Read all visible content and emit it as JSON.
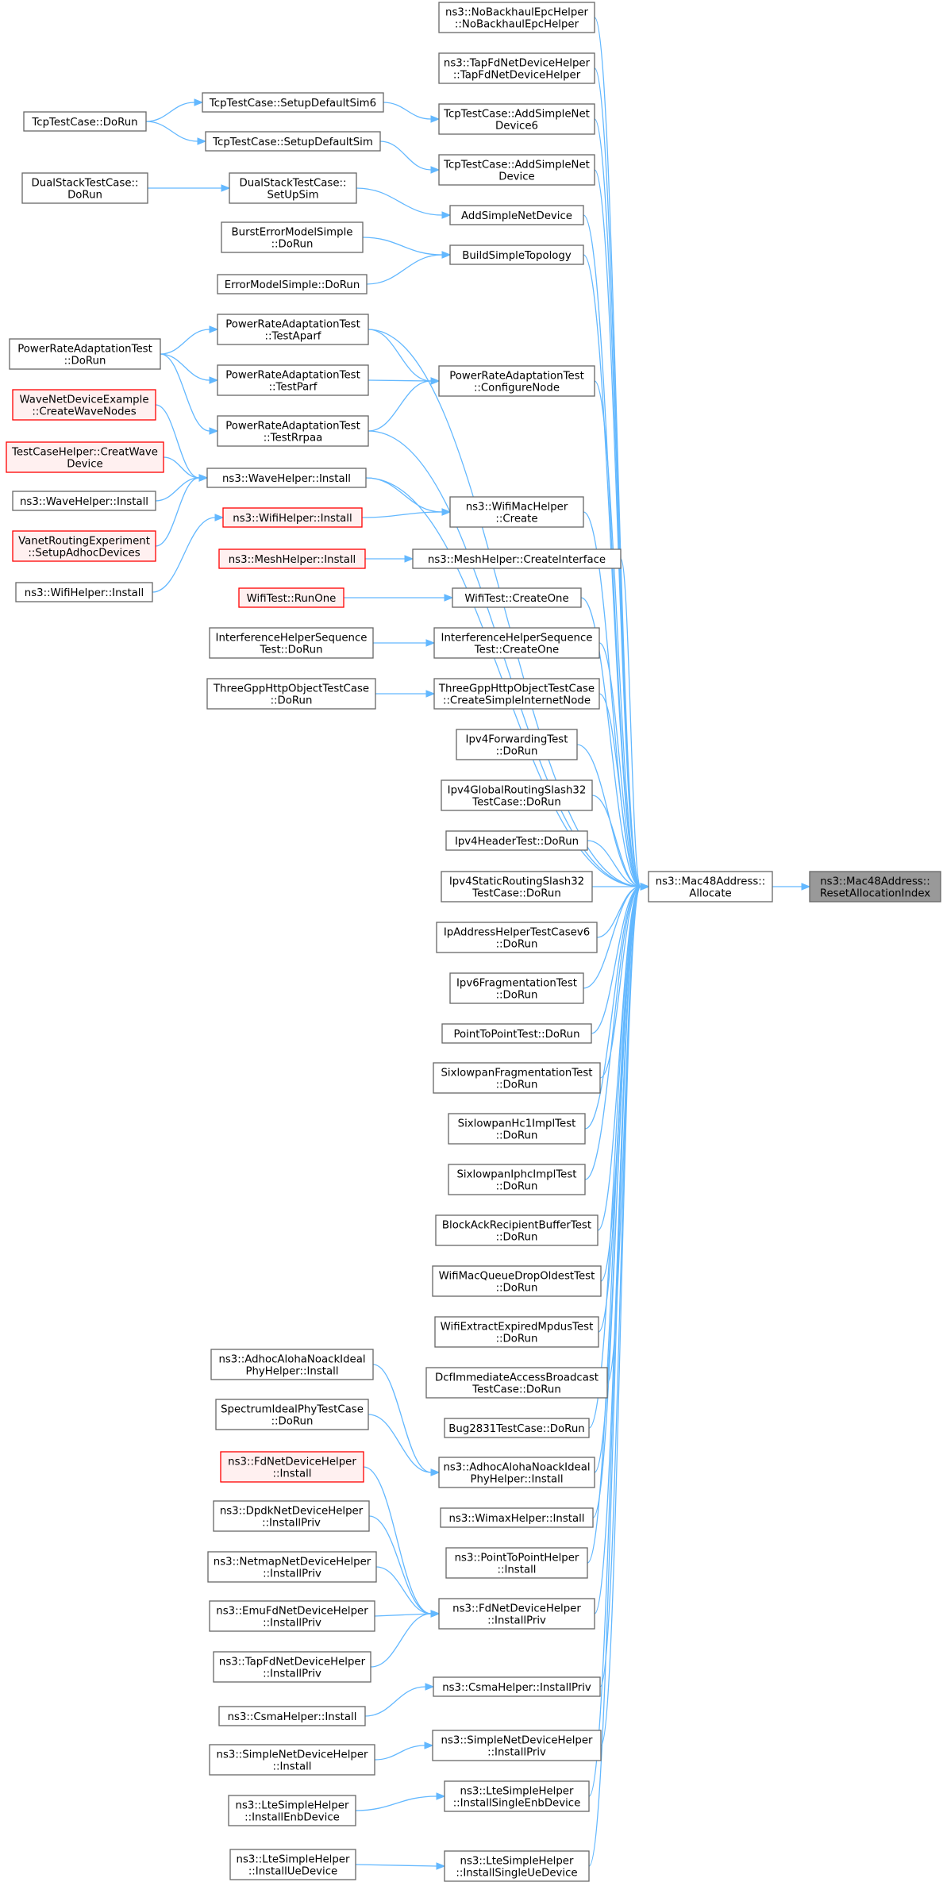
{
  "graph": {
    "title": "",
    "colors": {
      "edge": "#63b8ff",
      "node_border": "#666666",
      "highlight_border": "#ff0000",
      "highlight_fill": "#fff0f0",
      "root_fill": "#999999"
    },
    "nodes": [
      {
        "id": "root",
        "lines": [
          "ns3::Mac48Address::",
          "ResetAllocationIndex"
        ],
        "style": "root"
      },
      {
        "id": "alloc",
        "lines": [
          "ns3::Mac48Address::",
          "Allocate"
        ],
        "style": "normal"
      },
      {
        "id": "nobackhaul",
        "lines": [
          "ns3::NoBackhaulEpcHelper",
          "::NoBackhaulEpcHelper"
        ],
        "style": "normal"
      },
      {
        "id": "tapfdctor",
        "lines": [
          "ns3::TapFdNetDeviceHelper",
          "::TapFdNetDeviceHelper"
        ],
        "style": "normal"
      },
      {
        "id": "tcpadd6",
        "lines": [
          "TcpTestCase::AddSimpleNet",
          "Device6"
        ],
        "style": "normal"
      },
      {
        "id": "tcpadd",
        "lines": [
          "TcpTestCase::AddSimpleNet",
          "Device"
        ],
        "style": "normal"
      },
      {
        "id": "addsimple",
        "lines": [
          "AddSimpleNetDevice"
        ],
        "style": "normal"
      },
      {
        "id": "buildsimple",
        "lines": [
          "BuildSimpleTopology"
        ],
        "style": "normal"
      },
      {
        "id": "configurenode",
        "lines": [
          "PowerRateAdaptationTest",
          "::ConfigureNode"
        ],
        "style": "normal"
      },
      {
        "id": "wifimaccreate",
        "lines": [
          "ns3::WifiMacHelper",
          "::Create"
        ],
        "style": "normal"
      },
      {
        "id": "meshcreateif",
        "lines": [
          "ns3::MeshHelper::CreateInterface"
        ],
        "style": "normal"
      },
      {
        "id": "wifitestcreate",
        "lines": [
          "WifiTest::CreateOne"
        ],
        "style": "normal"
      },
      {
        "id": "ihscreate",
        "lines": [
          "InterferenceHelperSequence",
          "Test::CreateOne"
        ],
        "style": "normal"
      },
      {
        "id": "threegppcreate",
        "lines": [
          "ThreeGppHttpObjectTestCase",
          "::CreateSimpleInternetNode"
        ],
        "style": "normal"
      },
      {
        "id": "ipv4fwd",
        "lines": [
          "Ipv4ForwardingTest",
          "::DoRun"
        ],
        "style": "normal"
      },
      {
        "id": "ipv4glob",
        "lines": [
          "Ipv4GlobalRoutingSlash32",
          "TestCase::DoRun"
        ],
        "style": "normal"
      },
      {
        "id": "ipv4hdr",
        "lines": [
          "Ipv4HeaderTest::DoRun"
        ],
        "style": "normal"
      },
      {
        "id": "ipv4static",
        "lines": [
          "Ipv4StaticRoutingSlash32",
          "TestCase::DoRun"
        ],
        "style": "normal"
      },
      {
        "id": "ipaddrv6",
        "lines": [
          "IpAddressHelperTestCasev6",
          "::DoRun"
        ],
        "style": "normal"
      },
      {
        "id": "ipv6frag",
        "lines": [
          "Ipv6FragmentationTest",
          "::DoRun"
        ],
        "style": "normal"
      },
      {
        "id": "p2ptest",
        "lines": [
          "PointToPointTest::DoRun"
        ],
        "style": "normal"
      },
      {
        "id": "sixfrag",
        "lines": [
          "SixlowpanFragmentationTest",
          "::DoRun"
        ],
        "style": "normal"
      },
      {
        "id": "sixhc1",
        "lines": [
          "SixlowpanHc1ImplTest",
          "::DoRun"
        ],
        "style": "normal"
      },
      {
        "id": "sixiphc",
        "lines": [
          "SixlowpanIphcImplTest",
          "::DoRun"
        ],
        "style": "normal"
      },
      {
        "id": "blockack",
        "lines": [
          "BlockAckRecipientBufferTest",
          "::DoRun"
        ],
        "style": "normal"
      },
      {
        "id": "wifimacq",
        "lines": [
          "WifiMacQueueDropOldestTest",
          "::DoRun"
        ],
        "style": "normal"
      },
      {
        "id": "wifiextract",
        "lines": [
          "WifiExtractExpiredMpdusTest",
          "::DoRun"
        ],
        "style": "normal"
      },
      {
        "id": "dcfimm",
        "lines": [
          "DcfImmediateAccessBroadcast",
          "TestCase::DoRun"
        ],
        "style": "normal"
      },
      {
        "id": "bug2831",
        "lines": [
          "Bug2831TestCase::DoRun"
        ],
        "style": "normal"
      },
      {
        "id": "adhocmid",
        "lines": [
          "ns3::AdhocAlohaNoackIdeal",
          "PhyHelper::Install"
        ],
        "style": "normal"
      },
      {
        "id": "wimax",
        "lines": [
          "ns3::WimaxHelper::Install"
        ],
        "style": "normal"
      },
      {
        "id": "p2phelper",
        "lines": [
          "ns3::PointToPointHelper",
          "::Install"
        ],
        "style": "normal"
      },
      {
        "id": "fdinstallpriv",
        "lines": [
          "ns3::FdNetDeviceHelper",
          "::InstallPriv"
        ],
        "style": "normal"
      },
      {
        "id": "csmapriv",
        "lines": [
          "ns3::CsmaHelper::InstallPriv"
        ],
        "style": "normal"
      },
      {
        "id": "simplepriv",
        "lines": [
          "ns3::SimpleNetDeviceHelper",
          "::InstallPriv"
        ],
        "style": "normal"
      },
      {
        "id": "lteenb",
        "lines": [
          "ns3::LteSimpleHelper",
          "::InstallSingleEnbDevice"
        ],
        "style": "normal"
      },
      {
        "id": "lteue",
        "lines": [
          "ns3::LteSimpleHelper",
          "::InstallSingleUeDevice"
        ],
        "style": "normal"
      },
      {
        "id": "setupsim6",
        "lines": [
          "TcpTestCase::SetupDefaultSim6"
        ],
        "style": "normal"
      },
      {
        "id": "setupsim",
        "lines": [
          "TcpTestCase::SetupDefaultSim"
        ],
        "style": "normal"
      },
      {
        "id": "dualsetup",
        "lines": [
          "DualStackTestCase::",
          "SetUpSim"
        ],
        "style": "normal"
      },
      {
        "id": "bursterr",
        "lines": [
          "BurstErrorModelSimple",
          "::DoRun"
        ],
        "style": "normal"
      },
      {
        "id": "errmodel",
        "lines": [
          "ErrorModelSimple::DoRun"
        ],
        "style": "normal"
      },
      {
        "id": "testaparf",
        "lines": [
          "PowerRateAdaptationTest",
          "::TestAparf"
        ],
        "style": "normal"
      },
      {
        "id": "testparf",
        "lines": [
          "PowerRateAdaptationTest",
          "::TestParf"
        ],
        "style": "normal"
      },
      {
        "id": "testrrpaa",
        "lines": [
          "PowerRateAdaptationTest",
          "::TestRrpaa"
        ],
        "style": "normal"
      },
      {
        "id": "wavehelperinst",
        "lines": [
          "ns3::WaveHelper::Install"
        ],
        "style": "normal"
      },
      {
        "id": "wifihelperred",
        "lines": [
          "ns3::WifiHelper::Install"
        ],
        "style": "red"
      },
      {
        "id": "meshinstall",
        "lines": [
          "ns3::MeshHelper::Install"
        ],
        "style": "red"
      },
      {
        "id": "wifitestrun",
        "lines": [
          "WifiTest::RunOne"
        ],
        "style": "red"
      },
      {
        "id": "ihsdorun",
        "lines": [
          "InterferenceHelperSequence",
          "Test::DoRun"
        ],
        "style": "normal"
      },
      {
        "id": "threegppdorun",
        "lines": [
          "ThreeGppHttpObjectTestCase",
          "::DoRun"
        ],
        "style": "normal"
      },
      {
        "id": "adhocleft",
        "lines": [
          "ns3::AdhocAlohaNoackIdeal",
          "PhyHelper::Install"
        ],
        "style": "normal"
      },
      {
        "id": "spectrumideal",
        "lines": [
          "SpectrumIdealPhyTestCase",
          "::DoRun"
        ],
        "style": "normal"
      },
      {
        "id": "fdinstall",
        "lines": [
          "ns3::FdNetDeviceHelper",
          "::Install"
        ],
        "style": "red"
      },
      {
        "id": "dpdk",
        "lines": [
          "ns3::DpdkNetDeviceHelper",
          "::InstallPriv"
        ],
        "style": "normal"
      },
      {
        "id": "netmap",
        "lines": [
          "ns3::NetmapNetDeviceHelper",
          "::InstallPriv"
        ],
        "style": "normal"
      },
      {
        "id": "emufd",
        "lines": [
          "ns3::EmuFdNetDeviceHelper",
          "::InstallPriv"
        ],
        "style": "normal"
      },
      {
        "id": "tapfdpriv",
        "lines": [
          "ns3::TapFdNetDeviceHelper",
          "::InstallPriv"
        ],
        "style": "normal"
      },
      {
        "id": "csmainstall",
        "lines": [
          "ns3::CsmaHelper::Install"
        ],
        "style": "normal"
      },
      {
        "id": "simpleinstall",
        "lines": [
          "ns3::SimpleNetDeviceHelper",
          "::Install"
        ],
        "style": "normal"
      },
      {
        "id": "lteenbdev",
        "lines": [
          "ns3::LteSimpleHelper",
          "::InstallEnbDevice"
        ],
        "style": "normal"
      },
      {
        "id": "lteuedev",
        "lines": [
          "ns3::LteSimpleHelper",
          "::InstallUeDevice"
        ],
        "style": "normal"
      },
      {
        "id": "tcpdorun",
        "lines": [
          "TcpTestCase::DoRun"
        ],
        "style": "normal"
      },
      {
        "id": "dualdorun",
        "lines": [
          "DualStackTestCase::",
          "DoRun"
        ],
        "style": "normal"
      },
      {
        "id": "powerdorun",
        "lines": [
          "PowerRateAdaptationTest",
          "::DoRun"
        ],
        "style": "normal"
      },
      {
        "id": "wavenetcreate",
        "lines": [
          "WaveNetDeviceExample",
          "::CreateWaveNodes"
        ],
        "style": "red"
      },
      {
        "id": "creatwave",
        "lines": [
          "TestCaseHelper::CreatWave",
          "Device"
        ],
        "style": "red"
      },
      {
        "id": "wavehelperleft",
        "lines": [
          "ns3::WaveHelper::Install"
        ],
        "style": "normal"
      },
      {
        "id": "vanet",
        "lines": [
          "VanetRoutingExperiment",
          "::SetupAdhocDevices"
        ],
        "style": "red"
      },
      {
        "id": "wifihelperleft",
        "lines": [
          "ns3::WifiHelper::Install"
        ],
        "style": "normal"
      }
    ],
    "edges": [
      [
        "alloc",
        "root"
      ],
      [
        "nobackhaul",
        "alloc"
      ],
      [
        "tapfdctor",
        "alloc"
      ],
      [
        "tcpadd6",
        "alloc"
      ],
      [
        "tcpadd",
        "alloc"
      ],
      [
        "addsimple",
        "alloc"
      ],
      [
        "buildsimple",
        "alloc"
      ],
      [
        "testaparf",
        "alloc"
      ],
      [
        "configurenode",
        "alloc"
      ],
      [
        "testrrpaa",
        "alloc"
      ],
      [
        "wavehelperinst",
        "alloc"
      ],
      [
        "wifimaccreate",
        "alloc"
      ],
      [
        "meshcreateif",
        "alloc"
      ],
      [
        "wifitestcreate",
        "alloc"
      ],
      [
        "ihscreate",
        "alloc"
      ],
      [
        "threegppcreate",
        "alloc"
      ],
      [
        "ipv4fwd",
        "alloc"
      ],
      [
        "ipv4glob",
        "alloc"
      ],
      [
        "ipv4hdr",
        "alloc"
      ],
      [
        "ipv4static",
        "alloc"
      ],
      [
        "ipaddrv6",
        "alloc"
      ],
      [
        "ipv6frag",
        "alloc"
      ],
      [
        "p2ptest",
        "alloc"
      ],
      [
        "sixfrag",
        "alloc"
      ],
      [
        "sixhc1",
        "alloc"
      ],
      [
        "sixiphc",
        "alloc"
      ],
      [
        "blockack",
        "alloc"
      ],
      [
        "wifimacq",
        "alloc"
      ],
      [
        "wifiextract",
        "alloc"
      ],
      [
        "dcfimm",
        "alloc"
      ],
      [
        "bug2831",
        "alloc"
      ],
      [
        "adhocmid",
        "alloc"
      ],
      [
        "wimax",
        "alloc"
      ],
      [
        "p2phelper",
        "alloc"
      ],
      [
        "fdinstallpriv",
        "alloc"
      ],
      [
        "csmapriv",
        "alloc"
      ],
      [
        "simplepriv",
        "alloc"
      ],
      [
        "lteenb",
        "alloc"
      ],
      [
        "lteue",
        "alloc"
      ],
      [
        "setupsim6",
        "tcpadd6"
      ],
      [
        "setupsim",
        "tcpadd"
      ],
      [
        "dualsetup",
        "addsimple"
      ],
      [
        "bursterr",
        "buildsimple"
      ],
      [
        "errmodel",
        "buildsimple"
      ],
      [
        "testaparf",
        "configurenode"
      ],
      [
        "testparf",
        "configurenode"
      ],
      [
        "testrrpaa",
        "configurenode"
      ],
      [
        "wavehelperinst",
        "wifimaccreate"
      ],
      [
        "wifihelperred",
        "wifimaccreate"
      ],
      [
        "meshinstall",
        "meshcreateif"
      ],
      [
        "wifitestrun",
        "wifitestcreate"
      ],
      [
        "ihsdorun",
        "ihscreate"
      ],
      [
        "threegppdorun",
        "threegppcreate"
      ],
      [
        "adhocleft",
        "adhocmid"
      ],
      [
        "spectrumideal",
        "adhocmid"
      ],
      [
        "fdinstall",
        "fdinstallpriv"
      ],
      [
        "dpdk",
        "fdinstallpriv"
      ],
      [
        "netmap",
        "fdinstallpriv"
      ],
      [
        "emufd",
        "fdinstallpriv"
      ],
      [
        "tapfdpriv",
        "fdinstallpriv"
      ],
      [
        "csmainstall",
        "csmapriv"
      ],
      [
        "simpleinstall",
        "simplepriv"
      ],
      [
        "lteenbdev",
        "lteenb"
      ],
      [
        "lteuedev",
        "lteue"
      ],
      [
        "tcpdorun",
        "setupsim6"
      ],
      [
        "tcpdorun",
        "setupsim"
      ],
      [
        "dualdorun",
        "dualsetup"
      ],
      [
        "powerdorun",
        "testaparf"
      ],
      [
        "powerdorun",
        "testparf"
      ],
      [
        "powerdorun",
        "testrrpaa"
      ],
      [
        "wavenetcreate",
        "wavehelperinst"
      ],
      [
        "creatwave",
        "wavehelperinst"
      ],
      [
        "wavehelperleft",
        "wavehelperinst"
      ],
      [
        "vanet",
        "wavehelperinst"
      ],
      [
        "wifihelperleft",
        "wifihelperred"
      ]
    ]
  }
}
